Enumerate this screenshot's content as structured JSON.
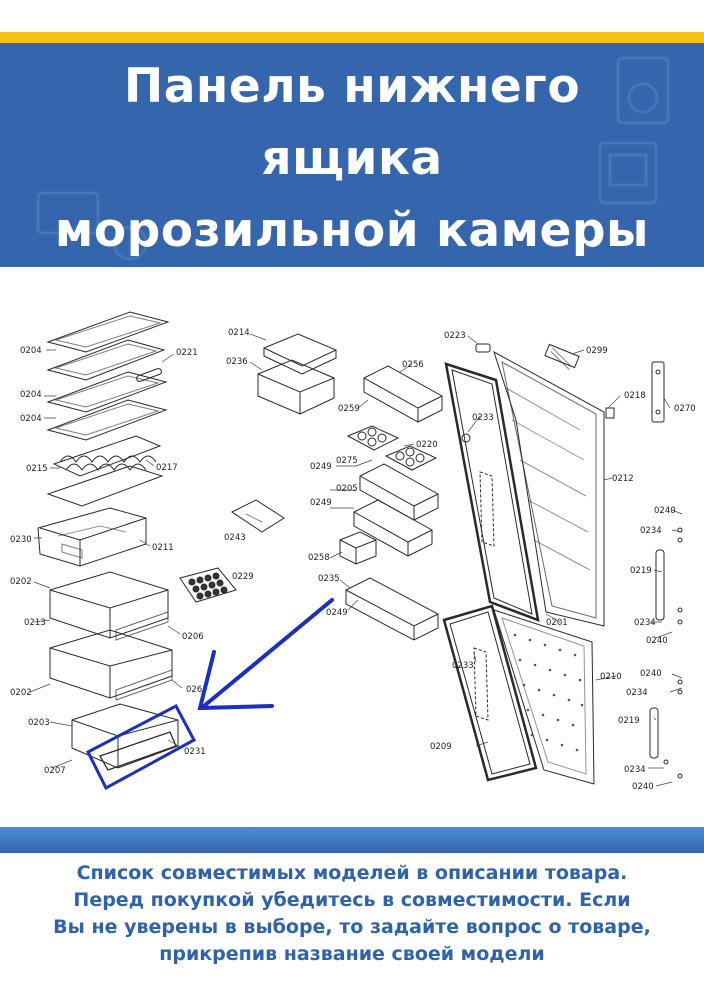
{
  "header": {
    "title_lines": [
      "Панель нижнего",
      "ящика",
      "морозильной камеры"
    ]
  },
  "diagram": {
    "part_labels": {
      "p0204a": "0204",
      "p0221": "0221",
      "p0204b": "0204",
      "p0204c": "0204",
      "p0215": "0215",
      "p0217": "0217",
      "p0230": "0230",
      "p0211": "0211",
      "p0243": "0243",
      "p0229": "0229",
      "p0202a": "0202",
      "p0213": "0213",
      "p0206": "0206",
      "p0202b": "0202",
      "p026": "026",
      "p0203": "0203",
      "p0231": "0231",
      "p0207": "0207",
      "p0214": "0214",
      "p0236": "0236",
      "p0256": "0256",
      "p0259": "0259",
      "p0220": "0220",
      "p0275": "0275",
      "p0249a": "0249",
      "p0205": "0205",
      "p0249b": "0249",
      "p0258": "0258",
      "p0235": "0235",
      "p0249c": "0249",
      "p0223": "0223",
      "p0299": "0299",
      "p0218": "0218",
      "p0270": "0270",
      "p0233a": "0233",
      "p0212": "0212",
      "p0240a": "0240",
      "p0234a": "0234",
      "p0219a": "0219",
      "p0234b": "0234",
      "p0240b": "0240",
      "p0201": "0201",
      "p0233b": "0233",
      "p0210": "0210",
      "p0240c": "0240",
      "p0234c": "0234",
      "p0219b": "0219",
      "p0209": "0209",
      "p0234d": "0234",
      "p0240d": "0240"
    }
  },
  "footer": {
    "lines": [
      "Список совместимых моделей в описании товара.",
      "Перед покупкой убедитесь в совместимости. Если",
      "Вы не уверены в выборе, то задайте вопрос о товаре,",
      "прикрепив название своей модели"
    ]
  },
  "colors": {
    "brand_blue": "#3565ad",
    "accent_yellow": "#f7c01a",
    "highlight_blue": "#1a2fc4",
    "footer_text": "#2e62ad",
    "band_light": "#4a8fd4"
  }
}
